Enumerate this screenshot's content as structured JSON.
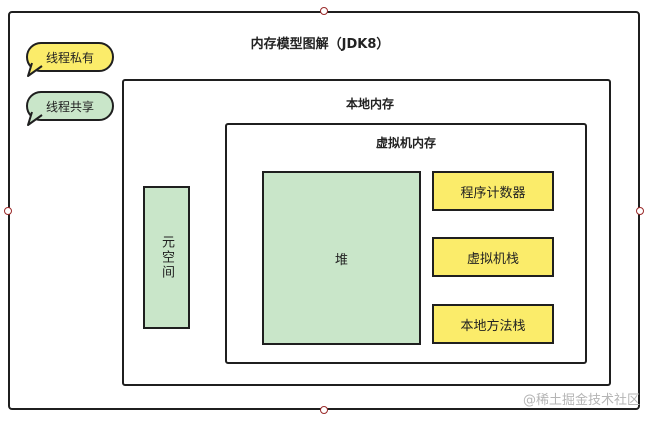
{
  "legend": {
    "private_label": "线程私有",
    "shared_label": "线程共享"
  },
  "diagram": {
    "title": "内存模型图解（JDK8）",
    "local_memory": {
      "title": "本地内存",
      "metaspace_label": "元空间",
      "virtual_memory": {
        "title": "虚拟机内存",
        "heap_label": "堆",
        "program_counter_label": "程序计数器",
        "vm_stack_label": "虚拟机栈",
        "native_stack_label": "本地方法栈"
      }
    }
  },
  "watermark": "@稀土掘金技术社区",
  "colors": {
    "shared": "#c9e6c9",
    "private": "#fbec6a",
    "border": "#1f1f1f"
  }
}
